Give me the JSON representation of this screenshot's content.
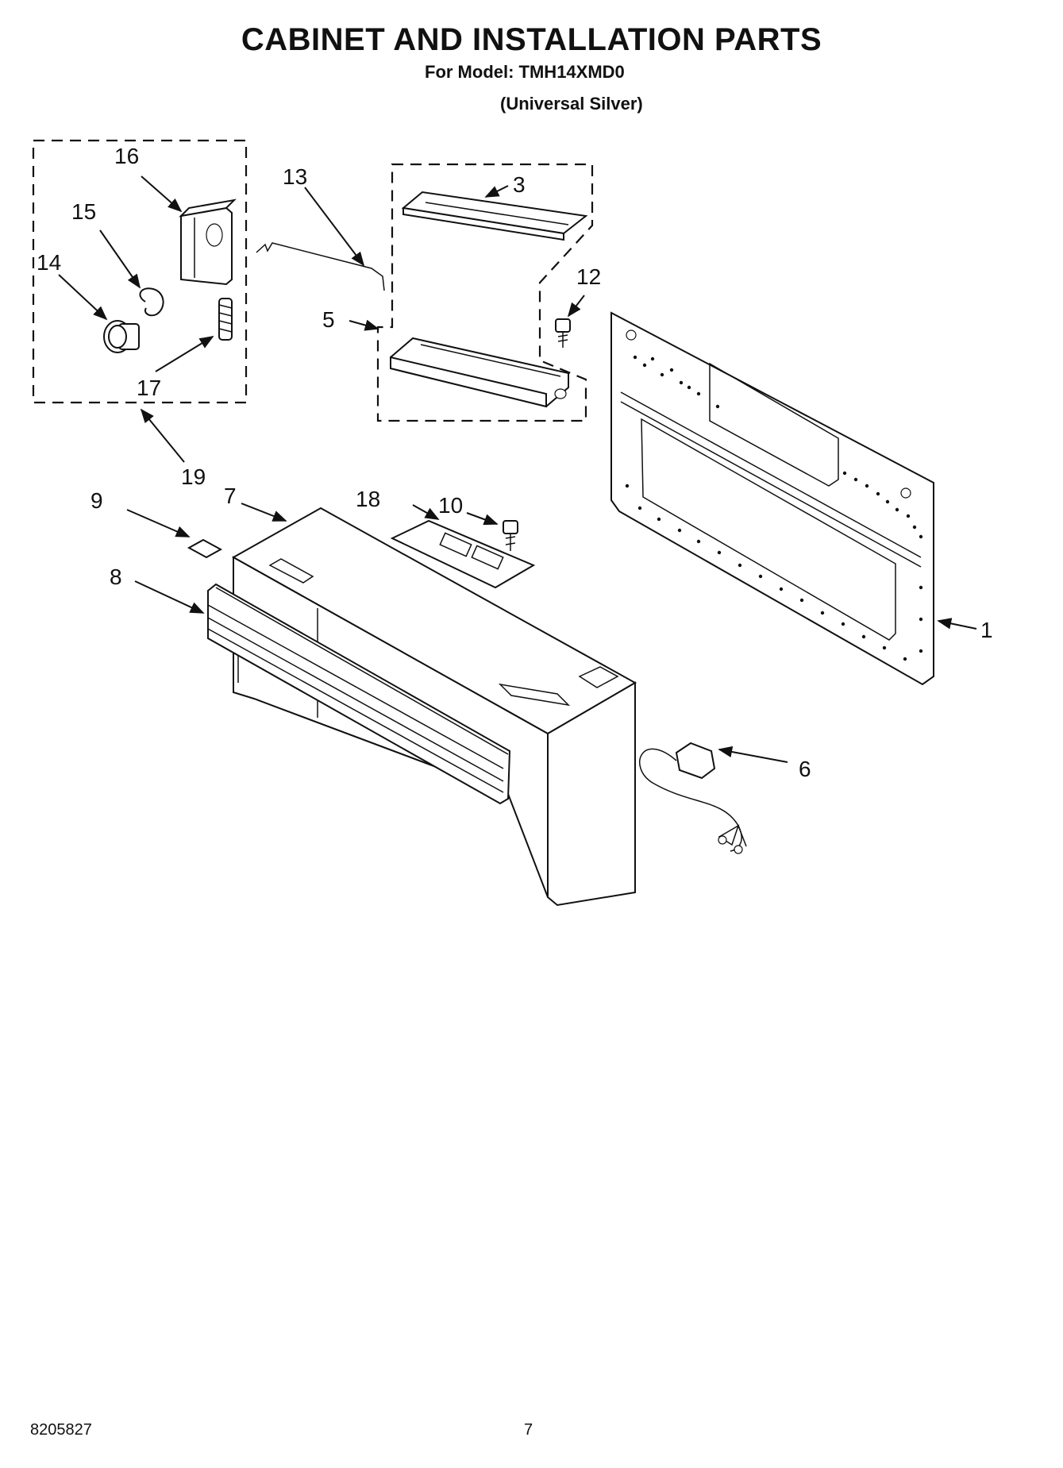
{
  "header": {
    "title": "CABINET AND INSTALLATION PARTS",
    "model_line": "For Model: TMH14XMD0",
    "variant_line": "(Universal Silver)"
  },
  "footer": {
    "doc_number": "8205827",
    "page_number": "7"
  },
  "callouts": {
    "c1": "1",
    "c3": "3",
    "c5": "5",
    "c6": "6",
    "c7": "7",
    "c8": "8",
    "c9": "9",
    "c10": "10",
    "c12": "12",
    "c13": "13",
    "c14": "14",
    "c15": "15",
    "c16": "16",
    "c17": "17",
    "c18": "18",
    "c19": "19"
  }
}
